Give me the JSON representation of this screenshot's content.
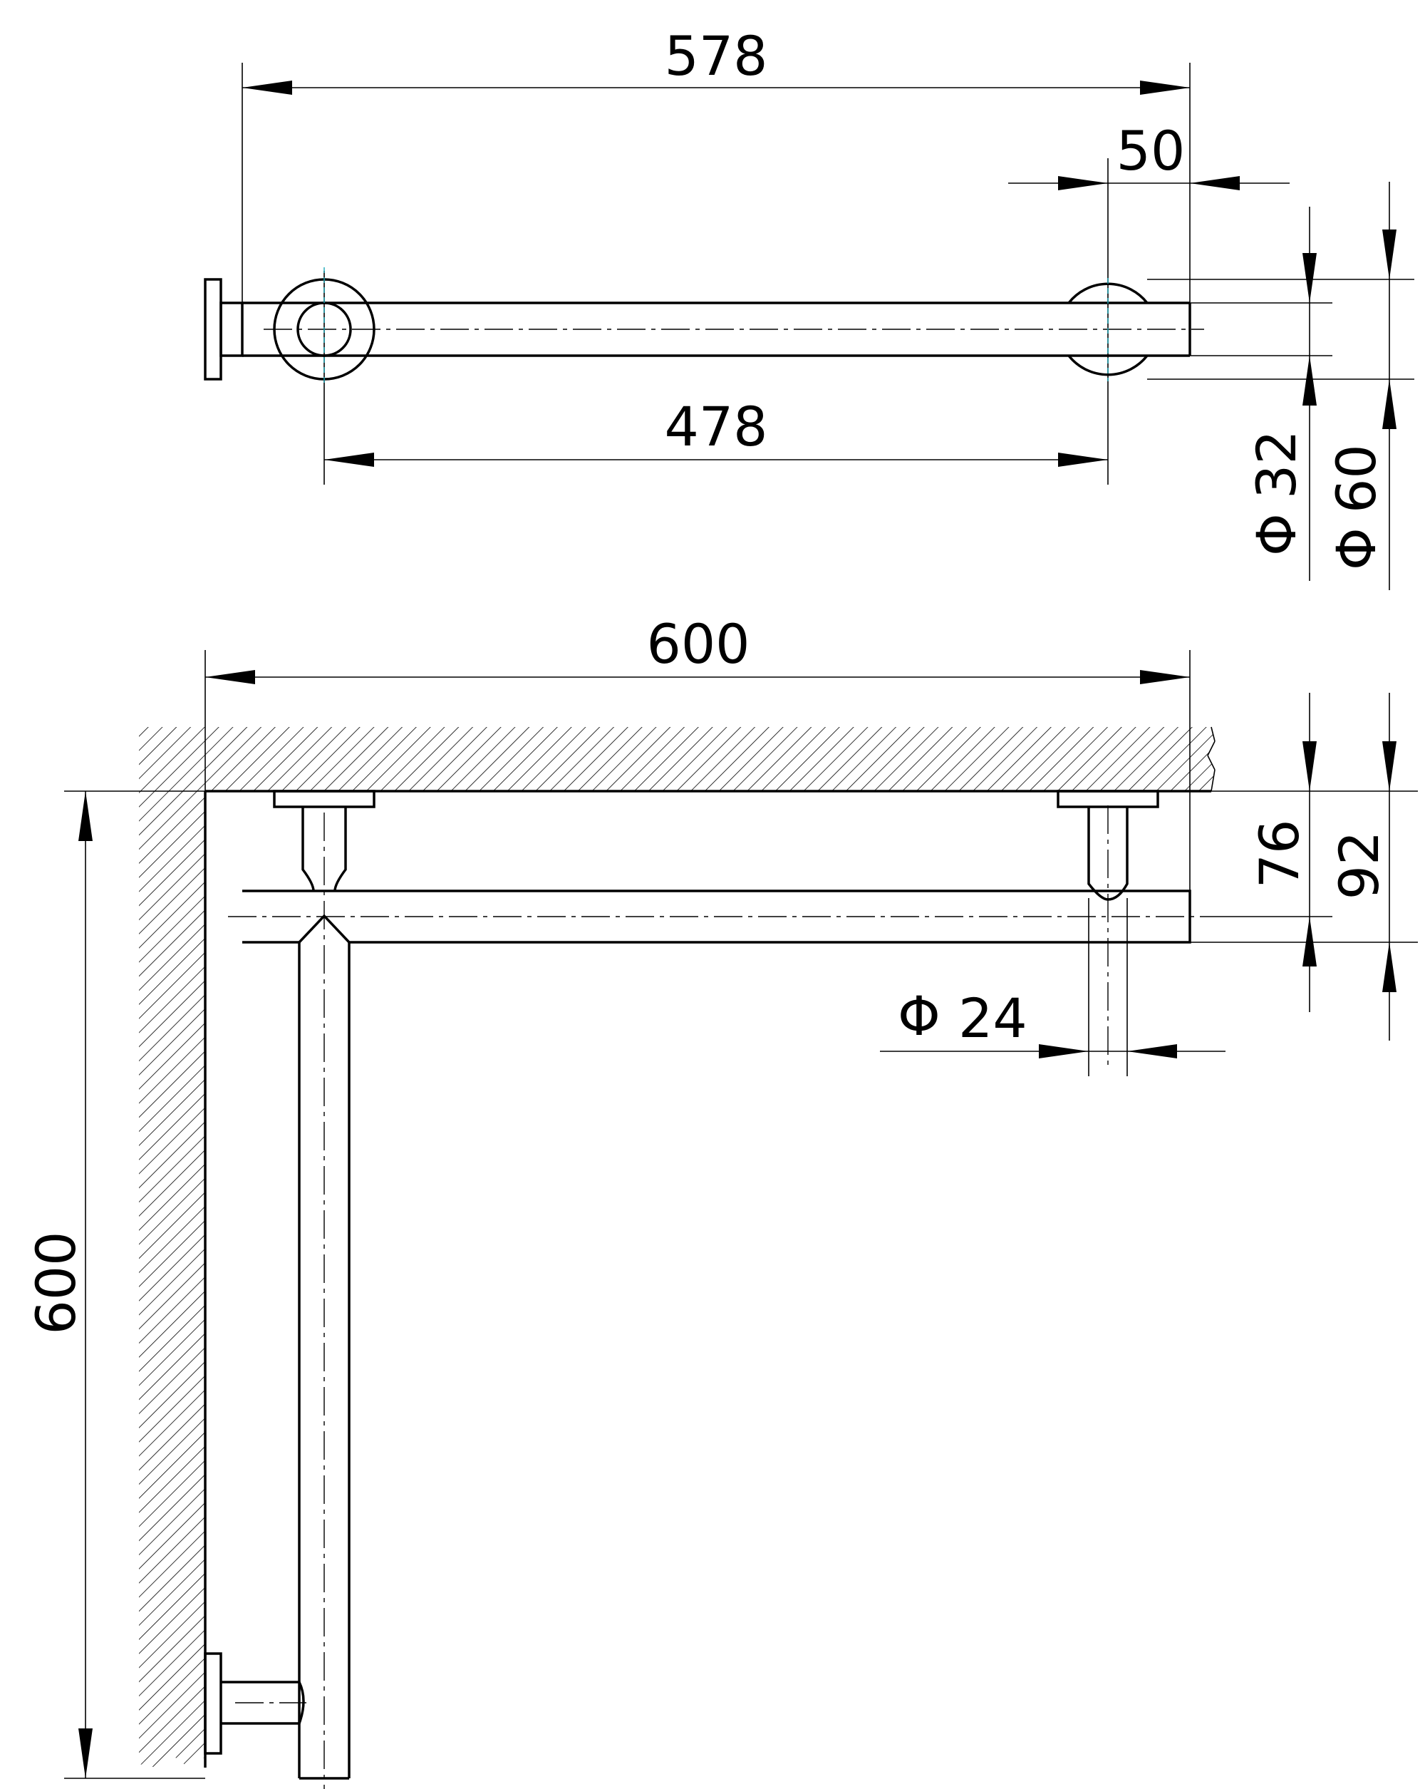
{
  "dimensions": {
    "top_width_578": "578",
    "top_offset_50": "50",
    "top_span_478": "478",
    "dia_32": "32",
    "dia_60": "60",
    "dia_symbol": "Φ",
    "bottom_width_600": "600",
    "bottom_height_600": "600",
    "depth_76": "76",
    "depth_92": "92",
    "dia_24": "24"
  }
}
